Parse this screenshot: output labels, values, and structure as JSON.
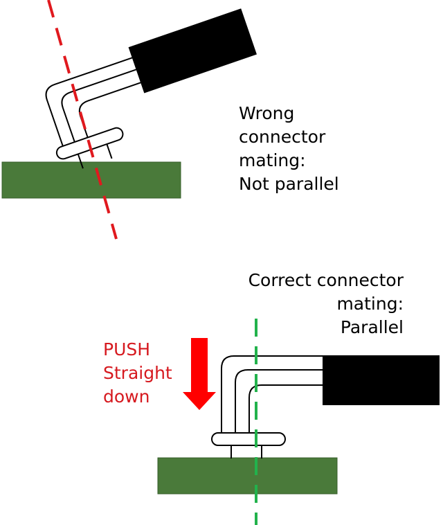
{
  "wrong": {
    "lines": [
      "Wrong",
      "connector",
      "mating:",
      "Not parallel"
    ]
  },
  "correct": {
    "lines": [
      "Correct connector",
      "mating:",
      "Parallel"
    ]
  },
  "push": {
    "lines": [
      "PUSH",
      "Straight",
      "down"
    ]
  },
  "colors": {
    "board": "#4a7a3a",
    "board_edge": "#375e2b",
    "cable": "#000000",
    "wire": "#000000",
    "wrong_axis": "#e0191e",
    "correct_axis": "#22b24c",
    "push_text": "#d6191f",
    "push_arrow": "#ff0000",
    "text": "#000000"
  }
}
